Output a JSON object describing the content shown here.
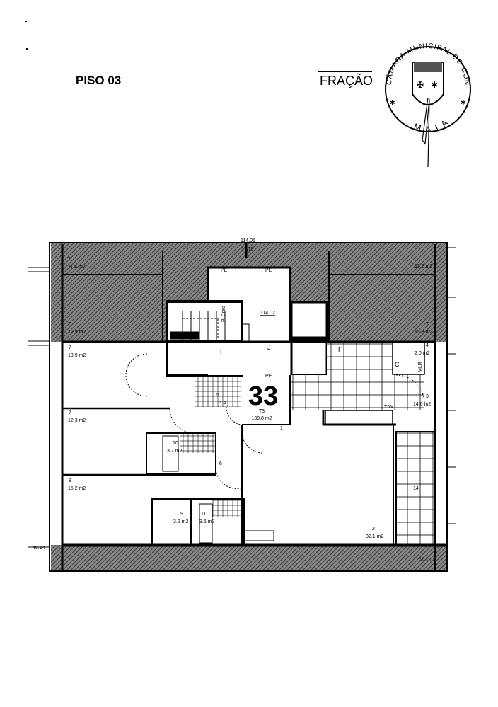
{
  "header": {
    "floor": "PISO 03",
    "unit_label": "FRAÇÃO"
  },
  "stamp": {
    "text_top": "CÂMARA MUNICIPAL DO CONCELHO",
    "text_bottom": "MAIA"
  },
  "unit": {
    "number": "33",
    "type": "T3",
    "area": "139.8 m2"
  },
  "levels": {
    "top_a": "114.05",
    "top_b": "17.75",
    "core": "114.02",
    "left": "48.14"
  },
  "labels": {
    "pe": "PE",
    "j": "J",
    "i": "I",
    "f": "F",
    "c": "C",
    "mlr": "MLR",
    "tiw": "TIW",
    "p_creo": "P. Creo",
    "door1": "1"
  },
  "rooms": [
    {
      "num": "7",
      "area": "11.4 m2"
    },
    {
      "num": "",
      "area": "13.2 m2"
    },
    {
      "num": "7",
      "area": "12.9 m2"
    },
    {
      "num": "7",
      "area": "13.3 m2"
    },
    {
      "num": "7",
      "area": "13.9 m2"
    },
    {
      "num": "4",
      "area": "2.0 m2"
    },
    {
      "num": "3",
      "area": "14.6 m2"
    },
    {
      "num": "5",
      "area": "4.6"
    },
    {
      "num": "7",
      "area": "12.3 m2"
    },
    {
      "num": "10",
      "area": "3.7 m2"
    },
    {
      "num": "6",
      "area": ""
    },
    {
      "num": "8",
      "area": "15.2 m2"
    },
    {
      "num": "9",
      "area": "3.2 m2"
    },
    {
      "num": "11",
      "area": "3.6 m2"
    },
    {
      "num": "14",
      "area": ""
    },
    {
      "num": "2",
      "area": "32.1 m2"
    },
    {
      "num": "",
      "area": "32.1 m2"
    }
  ]
}
